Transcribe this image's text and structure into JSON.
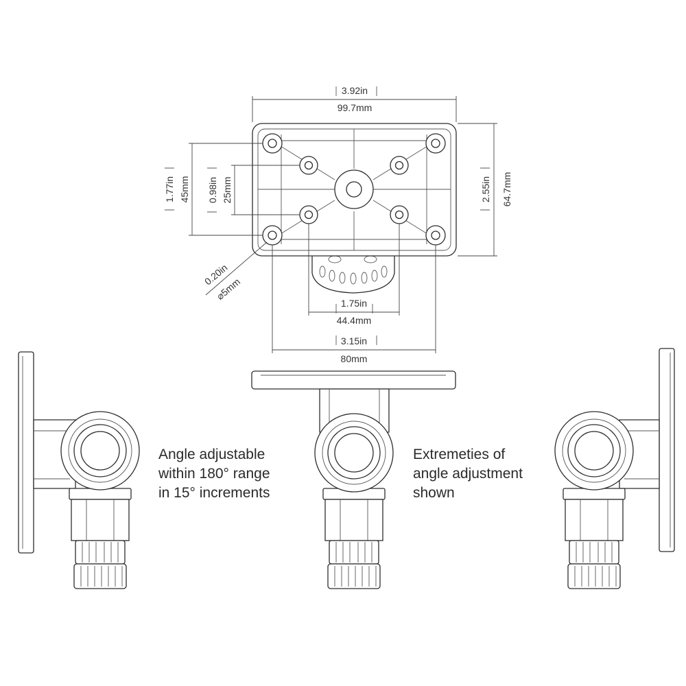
{
  "top_view": {
    "width_in": "3.92in",
    "width_mm": "99.7mm",
    "height_in": "2.55in",
    "height_mm": "64.7mm",
    "outer_hole_in": "1.77in",
    "outer_hole_mm": "45mm",
    "inner_hole_in": "0.98in",
    "inner_hole_mm": "25mm",
    "hole_dia_in": "0.20in",
    "hole_dia_mm": "⌀5mm",
    "inner_span_in": "1.75in",
    "inner_span_mm": "44.4mm",
    "outer_span_in": "3.15in",
    "outer_span_mm": "80mm"
  },
  "captions": {
    "left": [
      "Angle adjustable",
      "within 180° range",
      "in 15° increments"
    ],
    "right": [
      "Extremeties of",
      "angle adjustment",
      "shown"
    ]
  },
  "colors": {
    "line": "#2c2c2c",
    "text": "#2a2a2a"
  }
}
